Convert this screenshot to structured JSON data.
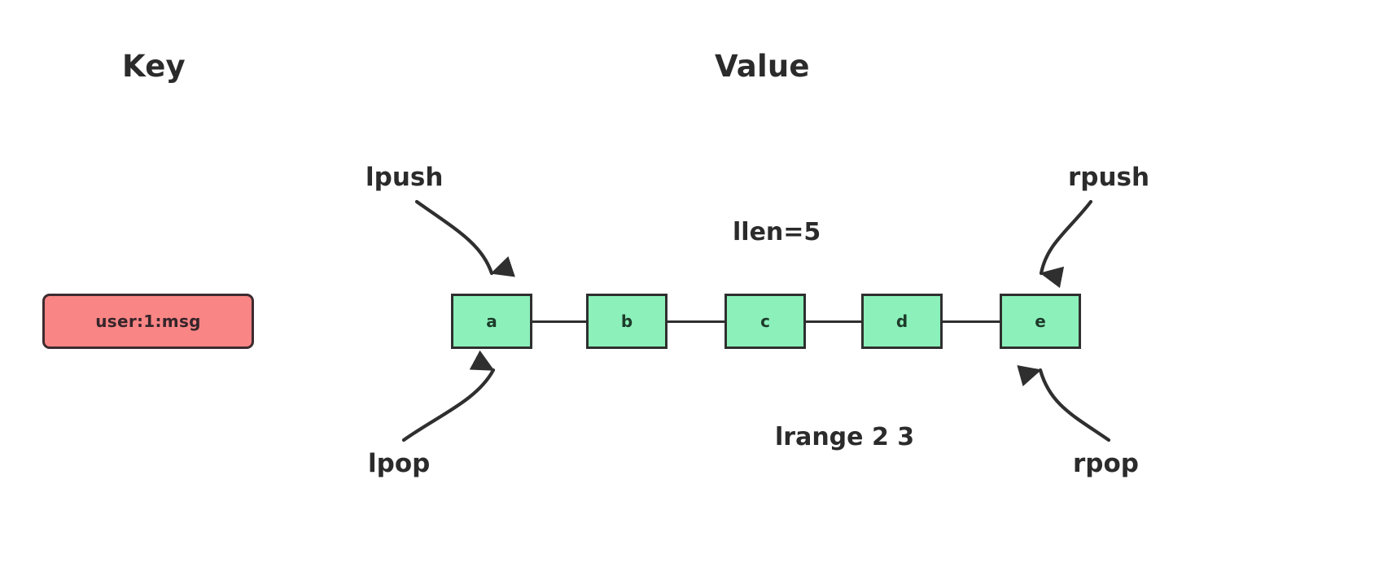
{
  "headings": {
    "key": "Key",
    "value": "Value"
  },
  "key_entry": {
    "label": "user:1:msg",
    "fill": "#fa8585",
    "stroke": "#3d2b2f"
  },
  "list": {
    "nodes": [
      {
        "label": "a"
      },
      {
        "label": "b"
      },
      {
        "label": "c"
      },
      {
        "label": "d"
      },
      {
        "label": "e"
      }
    ],
    "fill": "#8cf0bb",
    "stroke": "#2f2f2f"
  },
  "annotations": {
    "llen": "llen=5",
    "lrange": "lrange 2 3"
  },
  "operations": {
    "lpush": "lpush",
    "rpush": "rpush",
    "lpop": "lpop",
    "rpop": "rpop"
  },
  "colors": {
    "background": "#ffffff",
    "text": "#2b2b2b",
    "arrow": "#2f2f2f"
  }
}
